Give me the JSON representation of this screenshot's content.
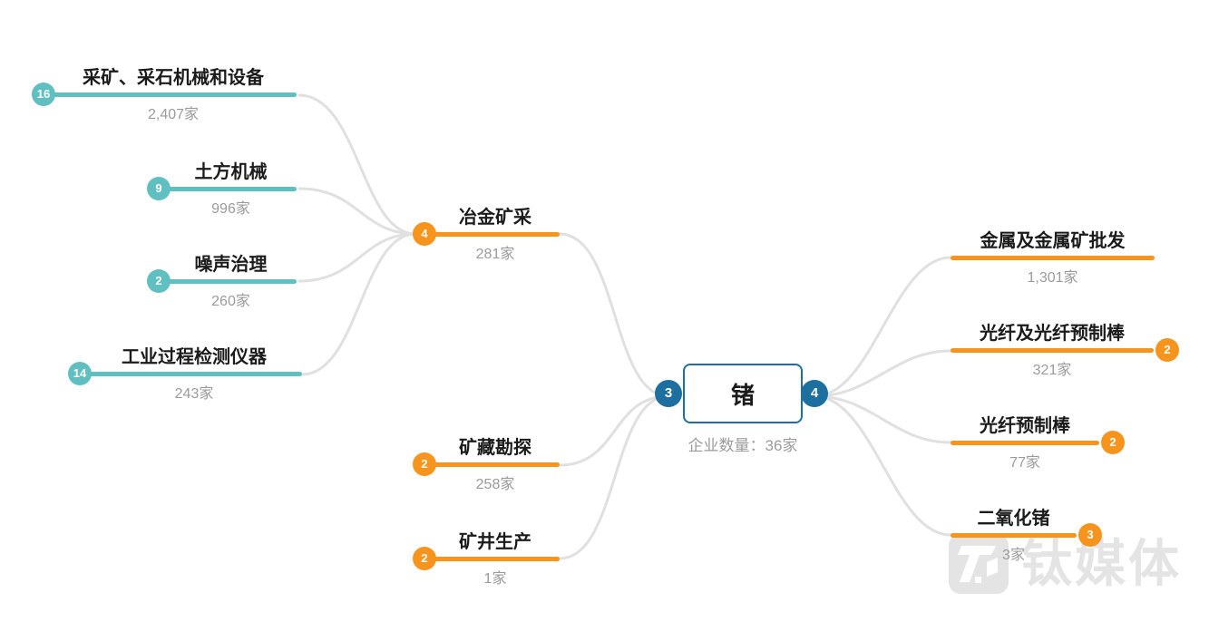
{
  "colors": {
    "teal": "#5fbfc1",
    "orange": "#f7941e",
    "blue": "#1c6f9e",
    "line": "#e0e0e0",
    "ink": "#1b1b1b",
    "muted": "#9b9b9b",
    "watermark": "#e4e4e4"
  },
  "center": {
    "label": "锗",
    "caption": "企业数量：36家",
    "left_badge": "3",
    "right_badge": "4"
  },
  "nodes": {
    "level2_left": [
      {
        "label": "采矿、采石机械和设备",
        "count": "2,407家",
        "badge": "16"
      },
      {
        "label": "土方机械",
        "count": "996家",
        "badge": "9"
      },
      {
        "label": "噪声治理",
        "count": "260家",
        "badge": "2"
      },
      {
        "label": "工业过程检测仪器",
        "count": "243家",
        "badge": "14"
      }
    ],
    "level1_left": [
      {
        "label": "冶金矿采",
        "count": "281家",
        "badge": "4"
      },
      {
        "label": "矿藏勘探",
        "count": "258家",
        "badge": "2"
      },
      {
        "label": "矿井生产",
        "count": "1家",
        "badge": "2"
      }
    ],
    "level1_right": [
      {
        "label": "金属及金属矿批发",
        "count": "1,301家"
      },
      {
        "label": "光纤及光纤预制棒",
        "count": "321家",
        "badge": "2"
      },
      {
        "label": "光纤预制棒",
        "count": "77家",
        "badge": "2"
      },
      {
        "label": "二氧化锗",
        "count": "3家",
        "badge": "3"
      }
    ]
  },
  "watermark": {
    "text": "钛媒体"
  }
}
